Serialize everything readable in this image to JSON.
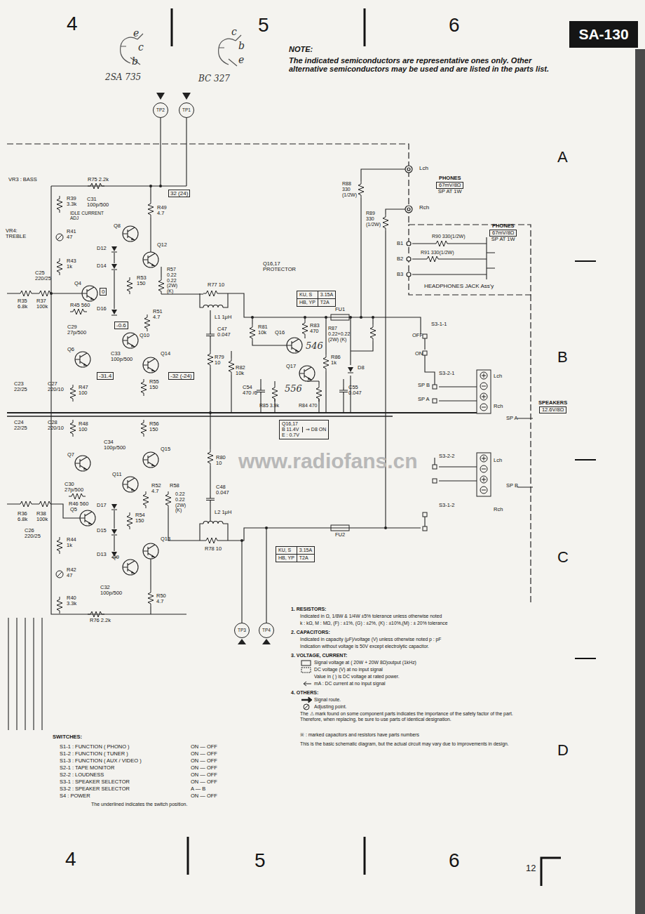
{
  "diagram": {
    "nodes": [
      {
        "text": [
          "SA-130"
        ]
      },
      {
        "text": [
          "TP2"
        ]
      },
      {
        "text": [
          "TP1"
        ]
      },
      {
        "text": [
          "TP3"
        ]
      },
      {
        "text": [
          "TP4"
        ]
      },
      {
        "text": [
          "32 (24)"
        ]
      },
      {
        "text": [
          "0"
        ]
      },
      {
        "text": [
          "-0.6"
        ]
      },
      {
        "text": [
          "-31.4"
        ]
      },
      {
        "text": [
          "-32 (-24)"
        ]
      },
      {
        "text": [
          "KU, S",
          "3.15A",
          "HB, YP",
          "T2A"
        ]
      },
      {
        "text": [
          "KU, S",
          "3.15A",
          "HB, YP",
          "T2A"
        ]
      },
      {
        "text": [
          "Q16,17",
          "B 11.4V",
          "E : 0.7V",
          "⇒ D8 ON"
        ]
      },
      {
        "text": [
          "PHONES",
          "67mV/8Ω",
          "SP AT 1W"
        ]
      },
      {
        "text": [
          "PHONES",
          "67mV/8Ω",
          "SP AT 1W"
        ]
      },
      {
        "text": [
          "SPEAKERS",
          "12.6V/8Ω"
        ]
      }
    ],
    "labels": [
      "4",
      "5",
      "6",
      "4",
      "5",
      "6",
      "12",
      "e",
      "c",
      "b",
      "2SA 735",
      "c",
      "b",
      "e",
      "BC 327",
      "NOTE:",
      "The indicated semiconductors are representative ones only. Other alternative semiconductors may be used and are listed in the parts list.",
      "A",
      "B",
      "C",
      "D",
      "VR3 : BASS",
      "R75 2.2k",
      "R39 3.3k",
      "IDLE CURRENT ADJ",
      "C31 100p/500",
      "Q8",
      "R49 4.7",
      "Q12",
      "VR4: TREBLE",
      "R41 47",
      "R43 1k",
      "D12",
      "D14",
      "R53 150",
      "R57 0.22 0.22 (2W) (K)",
      "Q4",
      "C25 220/25",
      "R35 6.8k",
      "R37 100k",
      "R45 560",
      "D16",
      "R51 4.7",
      "C29 27p/500",
      "Q10",
      "C33 100p/500",
      "Q6",
      "Q14",
      "R47 100",
      "R55 150",
      "C23 22/25",
      "C27 220/10",
      "C24 22/25",
      "C28 220/10",
      "R48 100",
      "R56 150",
      "Q7",
      "C34 100p/500",
      "Q15",
      "C30 27p/500",
      "Q11",
      "R52 4.7",
      "R58",
      "0.22 0.22 (2W) (K)",
      "R46 560",
      "D17",
      "R36 6.8k",
      "R38 100k",
      "C26 220/25",
      "R54 150",
      "Q5",
      "D15",
      "R44 1k",
      "D13",
      "R42 47",
      "Q9",
      "R40 3.3k",
      "C32 100p/500",
      "R50 4.7",
      "Q13",
      "R76 2.2k",
      "Q16,17 PROTECTOR",
      "R77 10",
      "L1 1μH",
      "R81 10k",
      "C47 0.047",
      "R83 470",
      "R87 0.22+0.22 (2W) (K)",
      "Q16",
      "546",
      "D8",
      "R79 10",
      "R82 10k",
      "Q17",
      "556",
      "R86 1k",
      "C54 470 /6",
      "R85 3.9k",
      "R84 470",
      "C55 0.047",
      "R80 10",
      "C48 0.047",
      "L2 1μH",
      "R78 10",
      "FU1",
      "FU2",
      "Lch",
      "Rch",
      "R88 330 (1/2W)",
      "R89 330 (1/2W)",
      "B1",
      "B2",
      "B3",
      "R90 330(1/2W)",
      "R91 330(1/2W)",
      "HEADPHONES JACK Ass'y",
      "S3-1-1",
      "OFF",
      "ON",
      "S3-2-1",
      "SP B",
      "SP A",
      "Lch",
      "Rch",
      "SP A",
      "S3-2-2",
      "S3-1-2",
      "Lch",
      "Rch",
      "SP B",
      "1. RESISTORS:",
      "Indicated in Ω, 1/8W & 1/4W ±5% tolerance unless otherwise noted",
      "k : kΩ, M : MΩ, (F) : ±1%, (G) : ±2%, (K) : ±10%,(M) : ± 20% tolerance",
      "2. CAPACITORS:",
      "Indicated in capacity (μF)/voltage (V) unless otherwise noted p : pF",
      "Indication without voltage is 50V except electrolytic capacitor.",
      "3. VOLTAGE, CURRENT:",
      "Signal voltage at ( 20W + 20W 8Ω)output (1kHz)",
      "DC voltage (V) at no input signal",
      "Value in ( ) is DC voltage at rated power.",
      "mA : DC current at no input signal",
      "4. OTHERS:",
      "Signal route.",
      "Adjusting point.",
      "The ⚠ mark found on some component parts indicates the importance of the safety factor of the part. Therefore, when replacing, be sure to use parts of identical designation.",
      "※ : marked capacitors and resistors have parts numbers",
      "This is the basic schematic diagram, but the actual circuit may vary due to improvements in design.",
      "SWITCHES:",
      "S1-1 : FUNCTION ( PHONO )",
      "S1-2 : FUNCTION ( TUNER )",
      "S1-3 : FUNCTION ( AUX / VIDEO )",
      "S2-1 : TAPE MONITOR",
      "S2-2 : LOUDNESS",
      "S3-1 : SPEAKER SELECTOR",
      "S3-2 : SPEAKER SELECTOR",
      "S4 : POWER",
      "ON — OFF",
      "ON — OFF",
      "ON — OFF",
      "ON — OFF",
      "ON — OFF",
      "ON — OFF",
      "A — B",
      "ON — OFF",
      "The underlined indicates the switch position.",
      "www.radiofans.cn"
    ]
  }
}
